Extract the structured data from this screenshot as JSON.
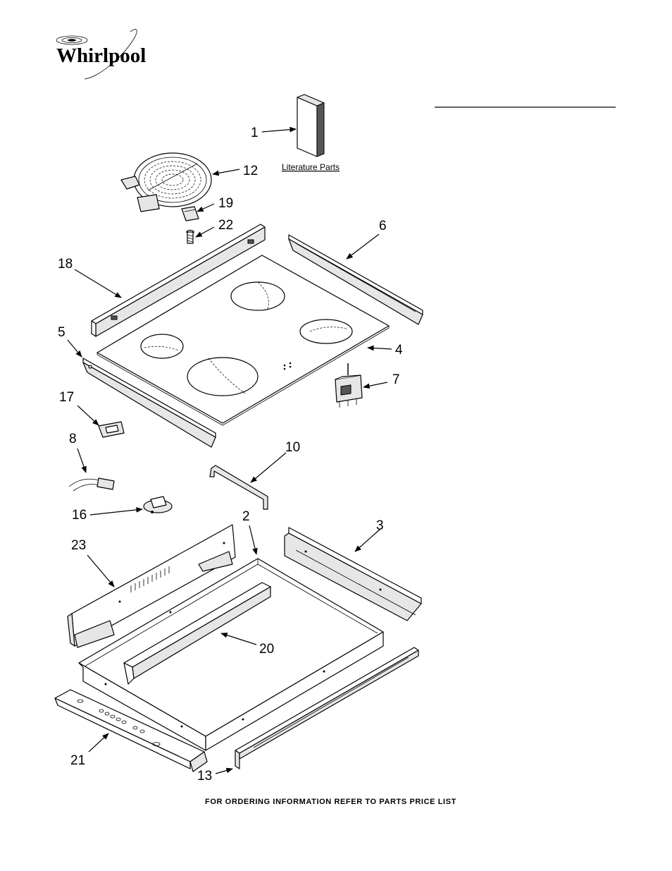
{
  "brand": {
    "name": "Whirlpool",
    "logo_icon": "whirlpool-swirl-icon"
  },
  "literature": {
    "label": "Literature Parts"
  },
  "callouts": {
    "c1": "1",
    "c2": "2",
    "c3": "3",
    "c4": "4",
    "c5": "5",
    "c6": "6",
    "c7": "7",
    "c8": "8",
    "c10": "10",
    "c12": "12",
    "c13": "13",
    "c16": "16",
    "c17": "17",
    "c18": "18",
    "c19": "19",
    "c20": "20",
    "c21": "21",
    "c22": "22",
    "c23": "23"
  },
  "footer": {
    "text": "FOR ORDERING INFORMATION REFER TO PARTS PRICE LIST"
  },
  "colors": {
    "ink": "#000000",
    "paper": "#ffffff"
  }
}
